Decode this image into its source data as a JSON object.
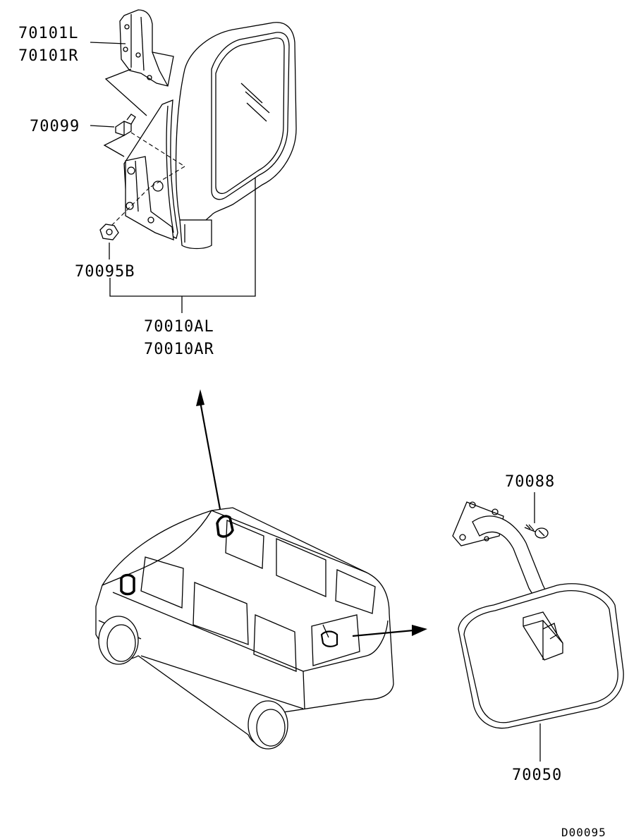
{
  "labels": {
    "bracket_l": "70101L",
    "bracket_r": "70101R",
    "screw": "70099",
    "nut": "70095B",
    "mirror_l": "70010AL",
    "mirror_r": "70010AR",
    "rear_screw": "70088",
    "rear_mirror": "70050"
  },
  "reference_code": "D00095",
  "icons": [
    "door-mirror-assembly",
    "mirror-bracket",
    "bolt",
    "nut",
    "van-body",
    "rear-under-mirror",
    "tapping-screw"
  ]
}
